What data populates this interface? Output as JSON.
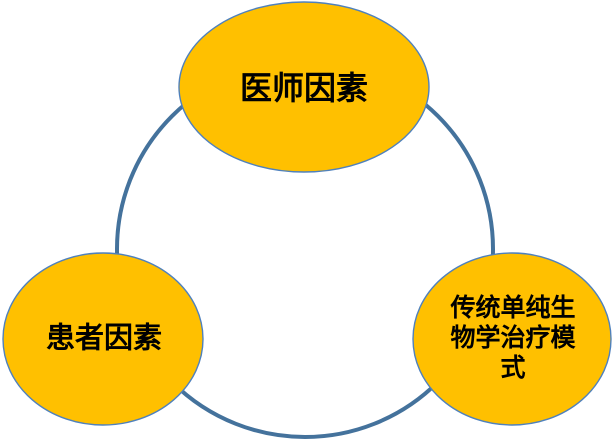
{
  "diagram": {
    "type": "cycle-venn",
    "background": "#FFFFFF",
    "colors": {
      "node_fill": "#FFC000",
      "node_border": "#4F81BD",
      "connector_stroke": "#44729C",
      "label_text": "#000000"
    },
    "connector": {
      "shape": "circle",
      "style": "outline"
    },
    "nodes": [
      {
        "id": "top",
        "label": "医师因素"
      },
      {
        "id": "bottom_left",
        "label": "患者因素"
      },
      {
        "id": "bottom_right",
        "label": "传统单纯生物学治疗模式"
      }
    ]
  }
}
